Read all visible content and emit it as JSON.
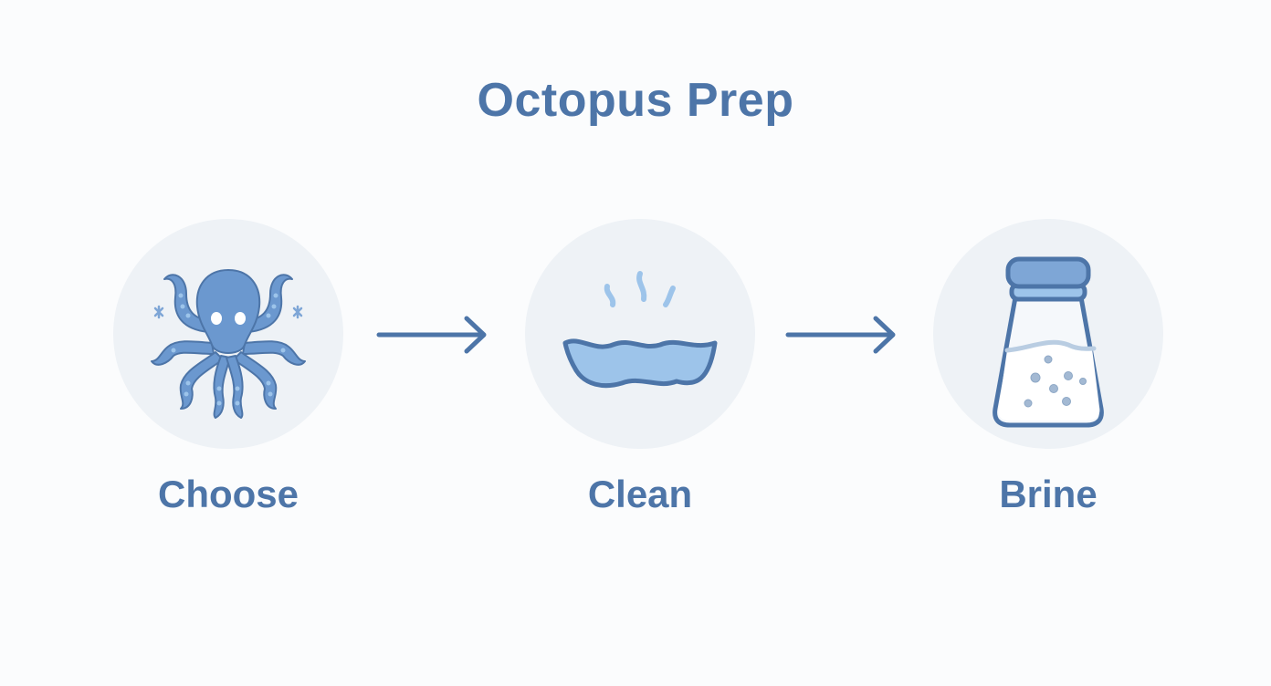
{
  "title": "Octopus Prep",
  "colors": {
    "primary": "#4d75a8",
    "fill": "#6b98cf",
    "fill_light": "#9dc4ea",
    "circle_bg": "#eef2f6",
    "background": "#fbfcfd"
  },
  "steps": [
    {
      "label": "Choose",
      "icon": "octopus-icon"
    },
    {
      "label": "Clean",
      "icon": "water-bowl-icon"
    },
    {
      "label": "Brine",
      "icon": "salt-shaker-icon"
    }
  ],
  "connectors": [
    {
      "from": "Choose",
      "to": "Clean",
      "icon": "arrow-right-icon"
    },
    {
      "from": "Clean",
      "to": "Brine",
      "icon": "arrow-right-icon"
    }
  ]
}
